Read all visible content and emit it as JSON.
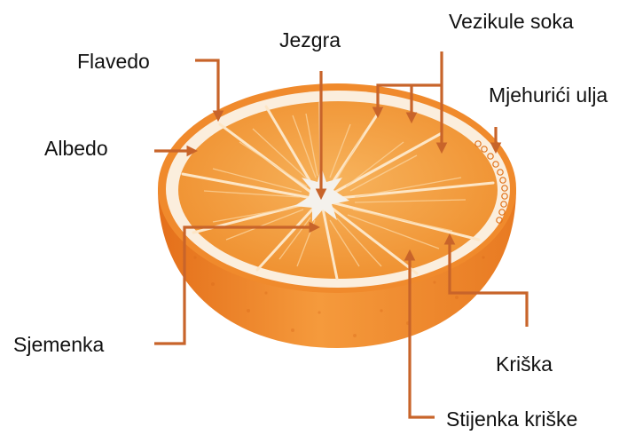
{
  "labels": {
    "flavedo": "Flavedo",
    "albedo": "Albedo",
    "jezgra": "Jezgra",
    "vezikule": "Vezikule soka",
    "mjehurici": "Mjehurići ulja",
    "sjemenka": "Sjemenka",
    "kriska": "Kriška",
    "stijenka": "Stijenka kriške"
  },
  "colors": {
    "leader": "#c8642a",
    "peel": "#f08a2c",
    "peel_dark": "#e0731c",
    "albedo": "#fbeedd",
    "flesh": "#f29a3a",
    "flesh_light": "#f7b35c",
    "segment_line": "#fde6c6",
    "core": "#f4f1ec"
  },
  "icons": {
    "pointer": "arrowhead-icon"
  }
}
